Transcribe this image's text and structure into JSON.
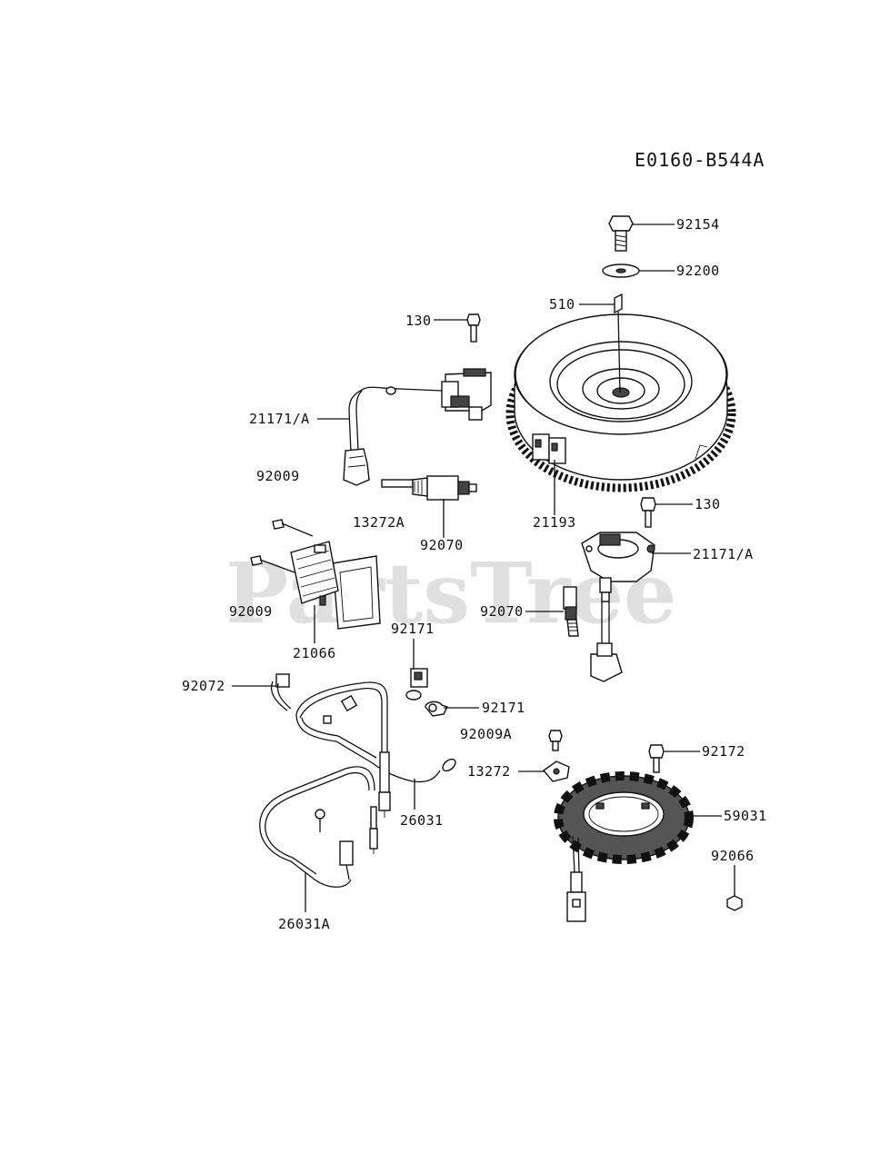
{
  "diagram": {
    "title": "E0160-B544A",
    "watermark": "PartsTree",
    "labels": {
      "p92154": "92154",
      "p92200": "92200",
      "p510": "510",
      "p130_top": "130",
      "p21171A_left": "21171/A",
      "p92009_left": "92009",
      "p13272A": "13272A",
      "p92070_top": "92070",
      "p21193": "21193",
      "p130_right": "130",
      "p21171A_right": "21171/A",
      "p92009_lower": "92009",
      "p21066": "21066",
      "p92171_top": "92171",
      "p92070_right": "92070",
      "p92072": "92072",
      "p92171_bottom": "92171",
      "p92009A": "92009A",
      "p13272": "13272",
      "p92172": "92172",
      "p26031": "26031",
      "p59031": "59031",
      "p92066": "92066",
      "p26031A": "26031A"
    }
  }
}
